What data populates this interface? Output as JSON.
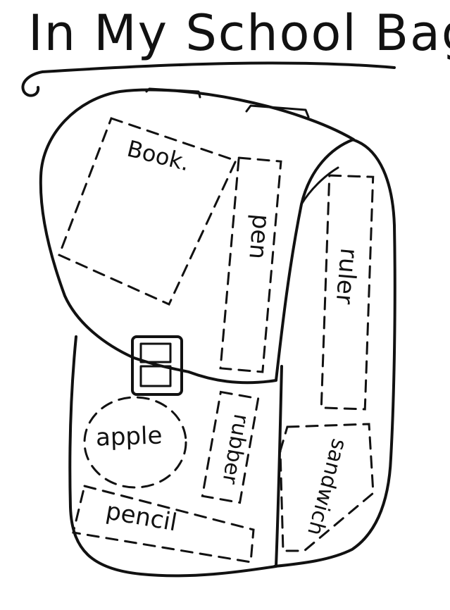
{
  "title": "In My School Bag",
  "items": {
    "book": "Book.",
    "pen": "pen",
    "ruler": "ruler",
    "apple": "apple",
    "rubber": "rubber",
    "sandwich": "sandwich",
    "pencil": "pencil"
  },
  "colors": {
    "ink": "#111111",
    "paper": "#ffffff"
  }
}
